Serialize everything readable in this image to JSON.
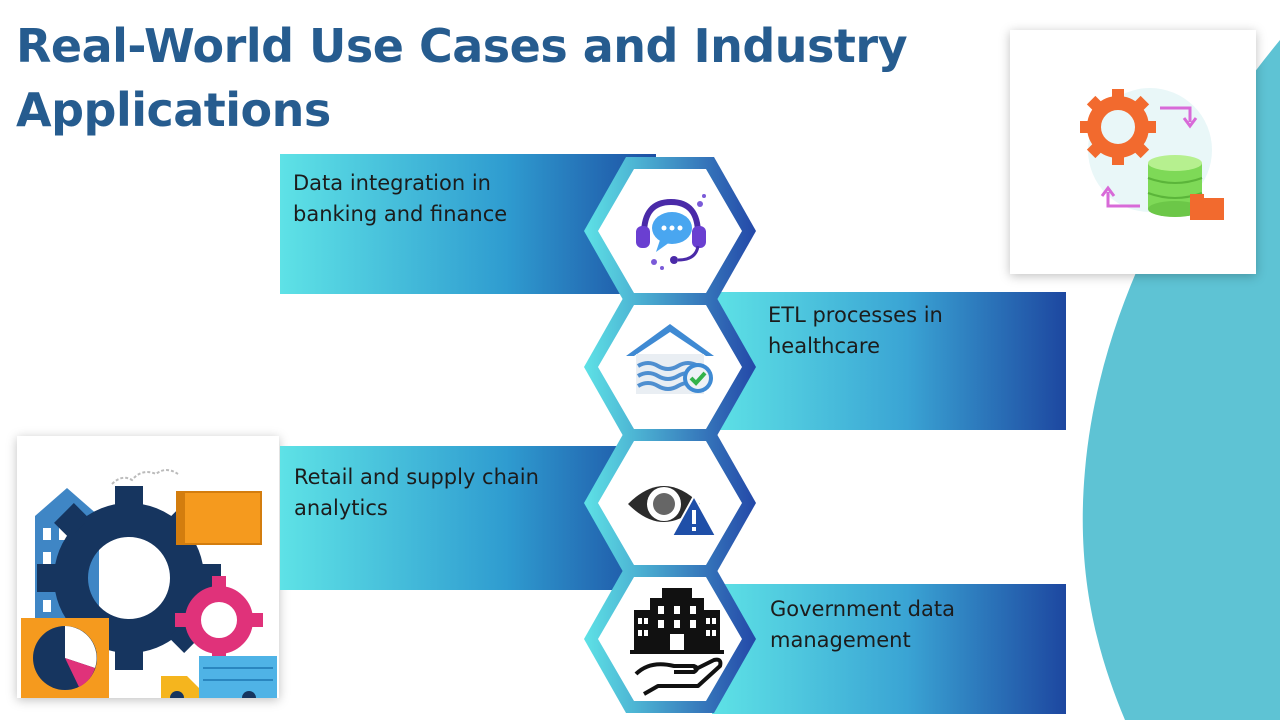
{
  "slide": {
    "title": "Real-World Use Cases and Industry Applications"
  },
  "use_cases": [
    {
      "label": "Data integration in banking and finance",
      "icon": "headset-chat-icon"
    },
    {
      "label": "ETL processes in healthcare",
      "icon": "secure-house-icon"
    },
    {
      "label": "Retail and supply chain analytics",
      "icon": "eye-warning-icon"
    },
    {
      "label": "Government data management",
      "icon": "government-building-hand-icon"
    }
  ],
  "colors": {
    "title": "#265c8f",
    "teal": "#5ec3d4",
    "band_start": "#5ee2e6",
    "band_end": "#1d4fa3",
    "gear_orange": "#f26a2e",
    "database_green": "#7ed957"
  }
}
